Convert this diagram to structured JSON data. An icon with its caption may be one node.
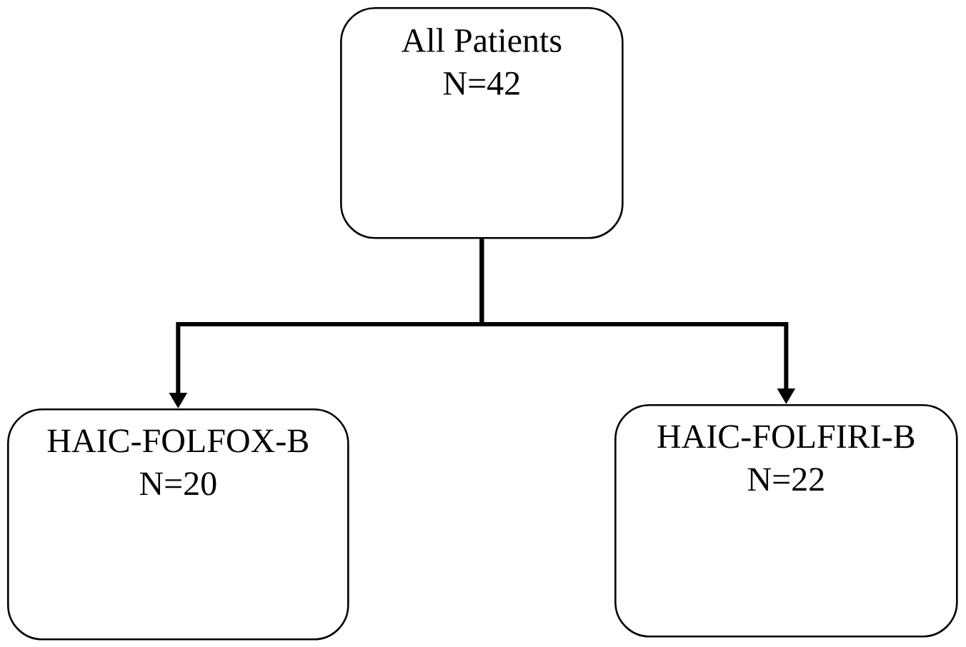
{
  "diagram": {
    "nodes": [
      {
        "text": [
          "All Patients",
          "N=42"
        ]
      },
      {
        "text": [
          "HAIC-FOLFOX-B",
          "N=20"
        ]
      },
      {
        "text": [
          "HAIC-FOLFIRI-B",
          "N=22"
        ]
      }
    ],
    "edges": [
      {
        "from": 0,
        "to": 1,
        "arrow": "to"
      },
      {
        "from": 0,
        "to": 2,
        "arrow": "to"
      }
    ]
  }
}
